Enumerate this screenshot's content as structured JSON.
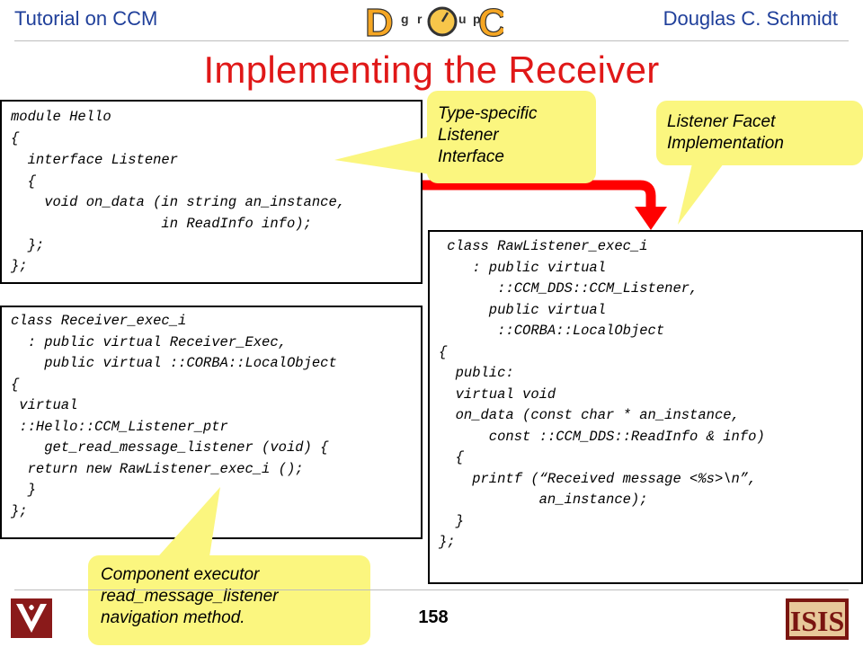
{
  "header": {
    "left": "Tutorial on CCM",
    "right": "Douglas C. Schmidt",
    "logo_letters": [
      "D",
      "g",
      "r",
      "O",
      "u",
      "p",
      "C"
    ]
  },
  "title": "Implementing the Receiver",
  "box_idl": {
    "lines": [
      "module Hello",
      "{",
      "  interface Listener",
      "  {",
      "    void on_data (in string an_instance,",
      "                  in ReadInfo info);",
      "  };",
      "};"
    ]
  },
  "box_receiver": {
    "lines": [
      "class Receiver_exec_i",
      "  : public virtual Receiver_Exec,",
      "    public virtual ::CORBA::LocalObject",
      "{",
      " virtual",
      " ::Hello::CCM_Listener_ptr",
      "    get_read_message_listener (void) {",
      "  return new RawListener_exec_i ();",
      "  }",
      "};"
    ]
  },
  "box_listener": {
    "lines": [
      " class RawListener_exec_i",
      "    : public virtual",
      "       ::CCM_DDS::CCM_Listener,",
      "      public virtual",
      "       ::CORBA::LocalObject",
      "{",
      "  public:",
      "  virtual void",
      "  on_data (const char * an_instance,",
      "      const ::CCM_DDS::ReadInfo & info)",
      "  {",
      "    printf (“Received message <%s>\\n”,",
      "            an_instance);",
      "  }",
      "};"
    ]
  },
  "callouts": {
    "type_specific": [
      "Type-specific",
      "Listener",
      "Interface"
    ],
    "listener_facet": [
      "Listener Facet",
      "Implementation"
    ],
    "component_executor": [
      "Component executor",
      "read_message_listener",
      "navigation method."
    ]
  },
  "footer": {
    "page_number": "158",
    "right_logo_text": "ISIS"
  },
  "colors": {
    "title": "#e01818",
    "header_text": "#1f3f9a",
    "callout_fill": "#fbf67f",
    "arrow": "#ff0000"
  }
}
